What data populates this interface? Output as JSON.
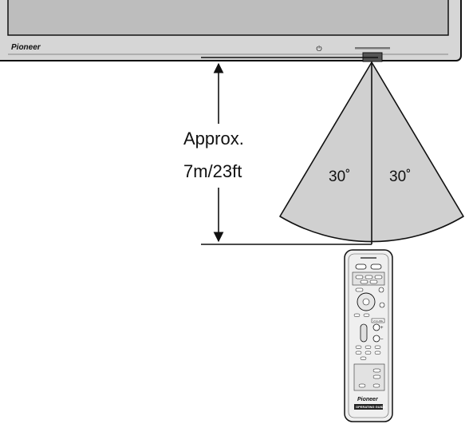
{
  "display": {
    "brand": "Pioneer",
    "power_symbol": "⏻"
  },
  "distance": {
    "line1": "Approx.",
    "line2": "7m/23ft"
  },
  "angles": {
    "left": "30˚",
    "right": "30˚"
  },
  "remote": {
    "brand": "Pioneer",
    "footer": "OPERATING GUIDE",
    "volume_label": "VOLUME",
    "plus": "+",
    "minus": "–"
  },
  "colors": {
    "panel_fill": "#d6d6d6",
    "screen_fill": "#bdbdbd",
    "sector_fill": "#d0d0d0",
    "line": "#111111"
  }
}
